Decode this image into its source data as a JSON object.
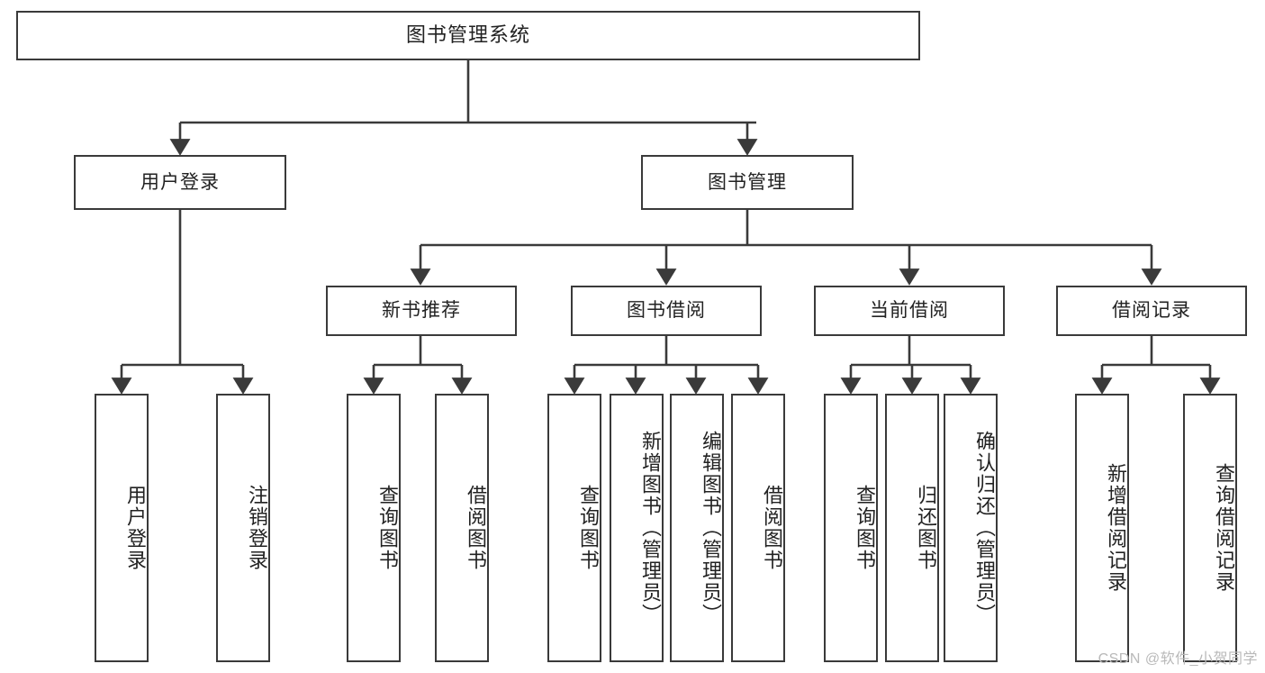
{
  "diagram": {
    "title": "图书管理系统",
    "type": "tree",
    "root": {
      "label": "图书管理系统"
    },
    "level2": [
      {
        "id": "user-login",
        "label": "用户登录"
      },
      {
        "id": "book-management",
        "label": "图书管理"
      }
    ],
    "level3": [
      {
        "id": "new-book-recommend",
        "label": "新书推荐"
      },
      {
        "id": "book-borrow",
        "label": "图书借阅"
      },
      {
        "id": "current-borrow",
        "label": "当前借阅"
      },
      {
        "id": "borrow-record",
        "label": "借阅记录"
      }
    ],
    "leaves": {
      "user_login": [
        {
          "id": "leaf-user-login",
          "label": "用户登录"
        },
        {
          "id": "leaf-logout-login",
          "label": "注销登录"
        }
      ],
      "new_book_recommend": [
        {
          "id": "leaf-query-book-1",
          "label": "查询图书"
        },
        {
          "id": "leaf-borrow-book-1",
          "label": "借阅图书"
        }
      ],
      "book_borrow": [
        {
          "id": "leaf-query-book-2",
          "label": "查询图书"
        },
        {
          "id": "leaf-add-book",
          "label": "新增图书（管理员）"
        },
        {
          "id": "leaf-edit-book",
          "label": "编辑图书（管理员）"
        },
        {
          "id": "leaf-borrow-book-2",
          "label": "借阅图书"
        }
      ],
      "current_borrow": [
        {
          "id": "leaf-query-book-3",
          "label": "查询图书"
        },
        {
          "id": "leaf-return-book",
          "label": "归还图书"
        },
        {
          "id": "leaf-confirm-return",
          "label": "确认归还（管理员）"
        }
      ],
      "borrow_record": [
        {
          "id": "leaf-add-record",
          "label": "新增借阅记录"
        },
        {
          "id": "leaf-query-record",
          "label": "查询借阅记录"
        }
      ]
    },
    "colors": {
      "stroke": "#3a3a3a",
      "fill": "#ffffff",
      "text": "#222222",
      "watermark": "#b9b9b9"
    }
  },
  "watermark": {
    "text": "CSDN @软件_小贺同学"
  }
}
